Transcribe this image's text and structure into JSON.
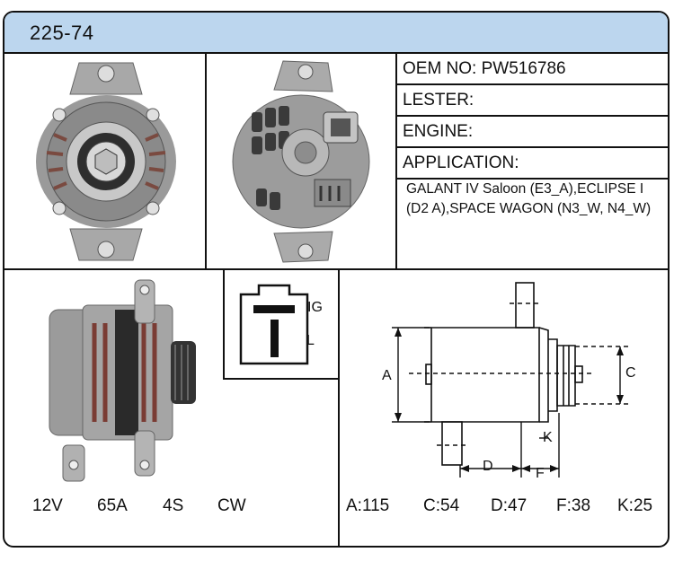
{
  "header": {
    "part_number": "225-74"
  },
  "info": {
    "oem": "OEM NO: PW516786",
    "lester": "LESTER:",
    "engine": "ENGINE:",
    "application_label": "APPLICATION:",
    "application_text": "GALANT IV Saloon (E3_A),ECLIPSE I (D2 A),SPACE WAGON (N3_W, N4_W)"
  },
  "connector": {
    "pin_ig": "IG",
    "pin_l": "L"
  },
  "specs": {
    "voltage": "12V",
    "amperage": "65A",
    "pulley": "4S",
    "rotation": "CW"
  },
  "dimension_labels": {
    "a": "A",
    "c": "C",
    "d": "D",
    "f": "F",
    "k": "K"
  },
  "dimensions": {
    "a": "A:115",
    "c": "C:54",
    "d": "D:47",
    "f": "F:38",
    "k": "K:25"
  }
}
